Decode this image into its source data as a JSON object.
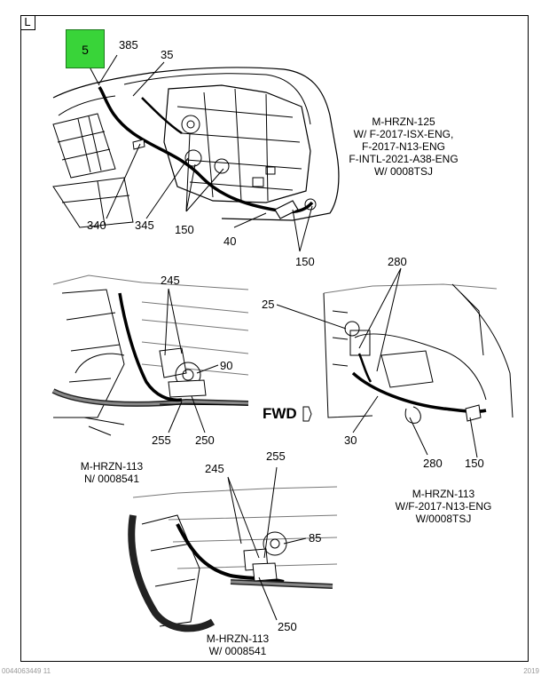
{
  "sheet": {
    "corner_letter": "L"
  },
  "tag": {
    "label": "5",
    "color": "#39d439"
  },
  "callouts": {
    "p1": {
      "c385": "385",
      "c35": "35",
      "c340": "340",
      "c345": "345",
      "c150a": "150",
      "c40": "40",
      "c150b": "150"
    },
    "p2": {
      "c245": "245",
      "c90": "90",
      "c255": "255",
      "c250": "250"
    },
    "p3": {
      "c280a": "280",
      "c25": "25",
      "c30": "30",
      "c280b": "280",
      "c150": "150"
    },
    "p4": {
      "c245": "245",
      "c255": "255",
      "c85": "85",
      "c250": "250"
    }
  },
  "captions": {
    "top": [
      "M-HRZN-125",
      "W/ F-2017-ISX-ENG,",
      "F-2017-N13-ENG",
      "F-INTL-2021-A38-ENG",
      "W/ 0008TSJ"
    ],
    "mid_left": [
      "M-HRZN-113",
      "N/ 0008541"
    ],
    "mid_right": [
      "M-HRZN-113",
      "W/F-2017-N13-ENG",
      "W/0008TSJ"
    ],
    "bottom": [
      "M-HRZN-113",
      "W/ 0008541"
    ]
  },
  "fwd_label": "FWD",
  "footer": {
    "left": "0044063449 11",
    "right": "2019"
  }
}
